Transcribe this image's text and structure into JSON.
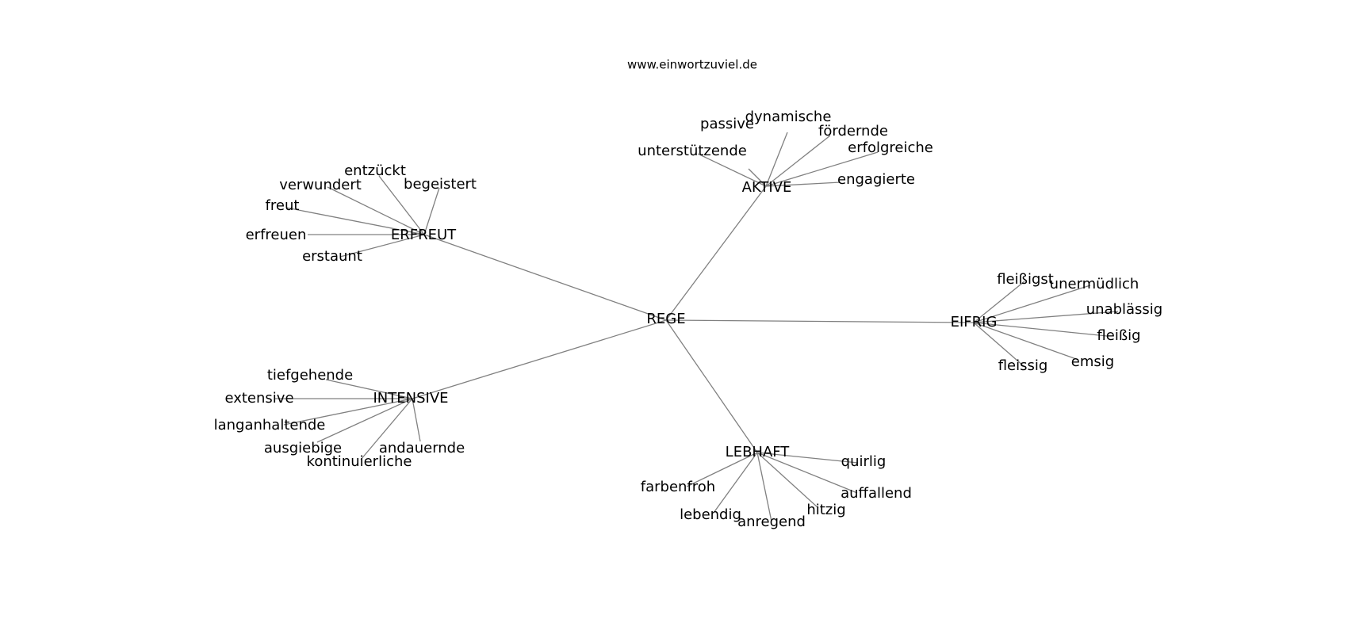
{
  "watermark": "www.einwortzuviel.de",
  "graph": {
    "center": "REGE",
    "clusters": [
      {
        "hub": "AKTIVE",
        "leaves": [
          "passive",
          "dynamische",
          "fördernde",
          "unterstützende",
          "erfolgreiche",
          "engagierte"
        ]
      },
      {
        "hub": "ERFREUT",
        "leaves": [
          "entzückt",
          "verwundert",
          "begeistert",
          "freut",
          "erfreuen",
          "erstaunt"
        ]
      },
      {
        "hub": "EIFRIG",
        "leaves": [
          "fleißigst",
          "unermüdlich",
          "unablässig",
          "fleißig",
          "emsig",
          "fleissig"
        ]
      },
      {
        "hub": "INTENSIVE",
        "leaves": [
          "tiefgehende",
          "extensive",
          "langanhaltende",
          "ausgiebige",
          "andauernde",
          "kontinuierliche"
        ]
      },
      {
        "hub": "LEBHAFT",
        "leaves": [
          "quirlig",
          "farbenfroh",
          "auffallend",
          "hitzig",
          "lebendig",
          "anregend"
        ]
      }
    ]
  }
}
